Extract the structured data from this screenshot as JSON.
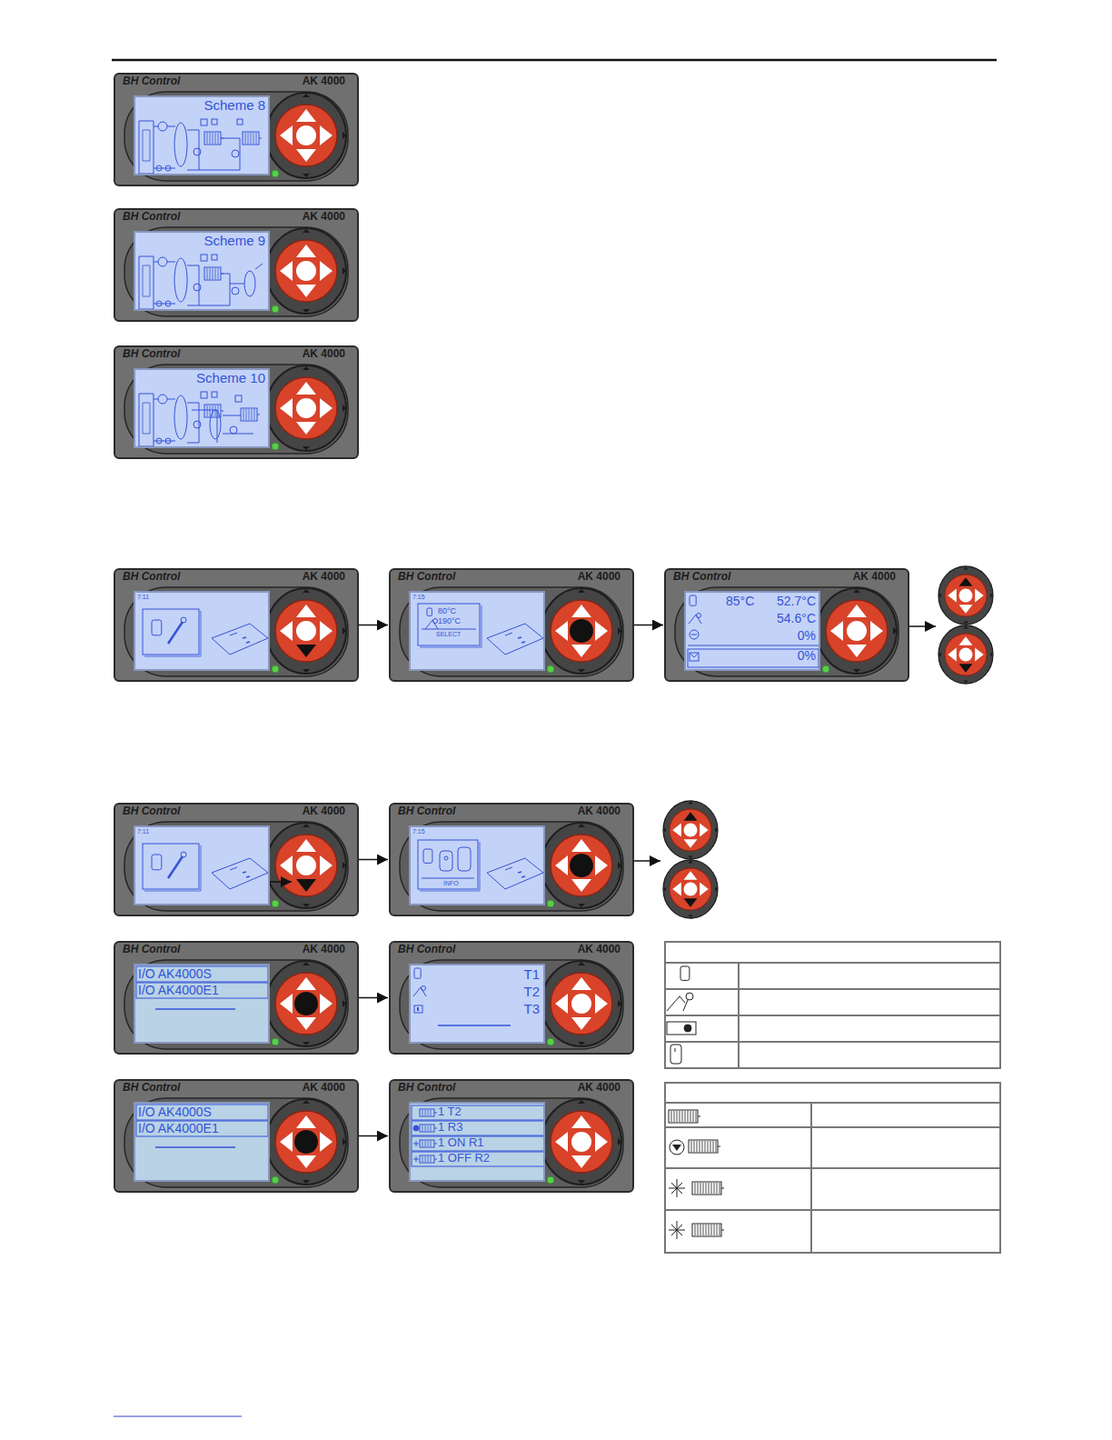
{
  "diagram": {
    "nodes": [
      {
        "text": [
          "BH Control",
          "AK 4000"
        ]
      },
      {
        "text": [
          "Scheme 8"
        ],
        "in": 0
      },
      {
        "text": [
          "BH Control",
          "AK 4000"
        ]
      },
      {
        "text": [
          "Scheme 9"
        ],
        "in": 2
      },
      {
        "text": [
          "BH Control",
          "AK 4000"
        ]
      },
      {
        "text": [
          "Scheme 10"
        ],
        "in": 4
      },
      {
        "text": [
          "BH Control",
          "AK 4000"
        ]
      },
      {
        "text": [
          "7:11"
        ],
        "in": 6
      },
      {
        "text": [
          "BH Control",
          "AK 4000"
        ]
      },
      {
        "text": [
          "7:15",
          "80°C",
          "190°C",
          "SELECT"
        ],
        "in": 8
      },
      {
        "text": [
          "BH Control",
          "AK 4000"
        ]
      },
      {
        "text": [
          "85°C",
          "52.7°C",
          "54.6°C",
          "0%",
          "0%"
        ],
        "in": 10
      },
      {
        "text": [
          "BH Control",
          "AK 4000"
        ]
      },
      {
        "text": [
          "7:11"
        ],
        "in": 12
      },
      {
        "text": [
          "BH Control",
          "AK 4000"
        ]
      },
      {
        "text": [
          "7:15",
          "INFO"
        ],
        "in": 14
      },
      {
        "text": [
          "BH Control",
          "AK 4000"
        ]
      },
      {
        "text": [
          "I/O AK4000S",
          "I/O AK4000E1"
        ],
        "in": 16
      },
      {
        "text": [
          "BH Control",
          "AK 4000"
        ]
      },
      {
        "text": [
          "T1",
          "T2",
          "T3"
        ],
        "in": 18
      },
      {
        "text": [
          "BH Control",
          "AK 4000"
        ]
      },
      {
        "text": [
          "I/O AK4000S",
          "I/O AK4000E1"
        ],
        "in": 20
      },
      {
        "text": [
          "BH Control",
          "AK 4000"
        ]
      },
      {
        "text": [
          "1 T2",
          "1 R3",
          "1 ON R1",
          "1 OFF R2"
        ],
        "in": 22
      }
    ],
    "edges": [
      {
        "from": 6,
        "to": 8,
        "arrow": "to"
      },
      {
        "from": 8,
        "to": 10,
        "arrow": "to"
      },
      {
        "from": 12,
        "to": 14,
        "arrow": "to"
      },
      {
        "from": 16,
        "to": 18,
        "arrow": "to"
      },
      {
        "from": 20,
        "to": 22,
        "arrow": "to"
      }
    ]
  }
}
